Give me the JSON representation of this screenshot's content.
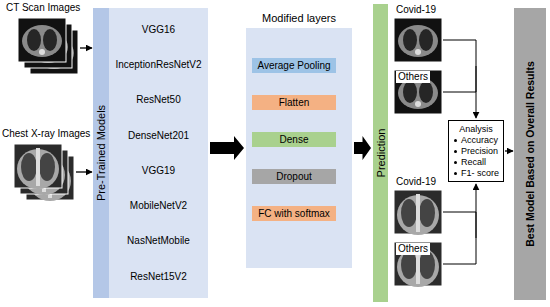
{
  "diagram": {
    "nodes": [
      {
        "text": [
          "Pre-Trained Models"
        ]
      },
      {
        "text": [
          "VGG16",
          "InceptionResNetV2",
          "ResNet50",
          "DenseNet201",
          "VGG19",
          "MobileNetV2",
          "NasNetMobile",
          "ResNet15V2"
        ]
      },
      {
        "text": [
          "Modified layers"
        ]
      },
      {
        "text": [
          "Average Pooling"
        ],
        "in": 2
      },
      {
        "text": [
          "Flatten"
        ],
        "in": 2
      },
      {
        "text": [
          "Dense"
        ],
        "in": 2
      },
      {
        "text": [
          "Dropout"
        ],
        "in": 2
      },
      {
        "text": [
          "FC with softmax"
        ],
        "in": 2
      },
      {
        "text": [
          "Prediction"
        ]
      },
      {
        "text": [
          "Analysis",
          "Accuracy",
          "Precision",
          "Recall",
          "F1- score"
        ]
      },
      {
        "text": [
          "Best Model Based on Overall Results"
        ]
      }
    ],
    "edges": [
      {
        "from": 1,
        "to": 2,
        "arrow": "to"
      },
      {
        "from": 3,
        "to": 4,
        "arrow": "to"
      },
      {
        "from": 4,
        "to": 5,
        "arrow": "to"
      },
      {
        "from": 5,
        "to": 6,
        "arrow": "to"
      },
      {
        "from": 6,
        "to": 7,
        "arrow": "to"
      },
      {
        "from": 2,
        "to": 8,
        "arrow": "to"
      },
      {
        "from": 9,
        "to": 10,
        "arrow": "to"
      }
    ],
    "labels": [
      "CT Scan Images",
      "Chest X-ray Images",
      "Covid-19",
      "Others",
      "Covid-19",
      "Others"
    ]
  }
}
